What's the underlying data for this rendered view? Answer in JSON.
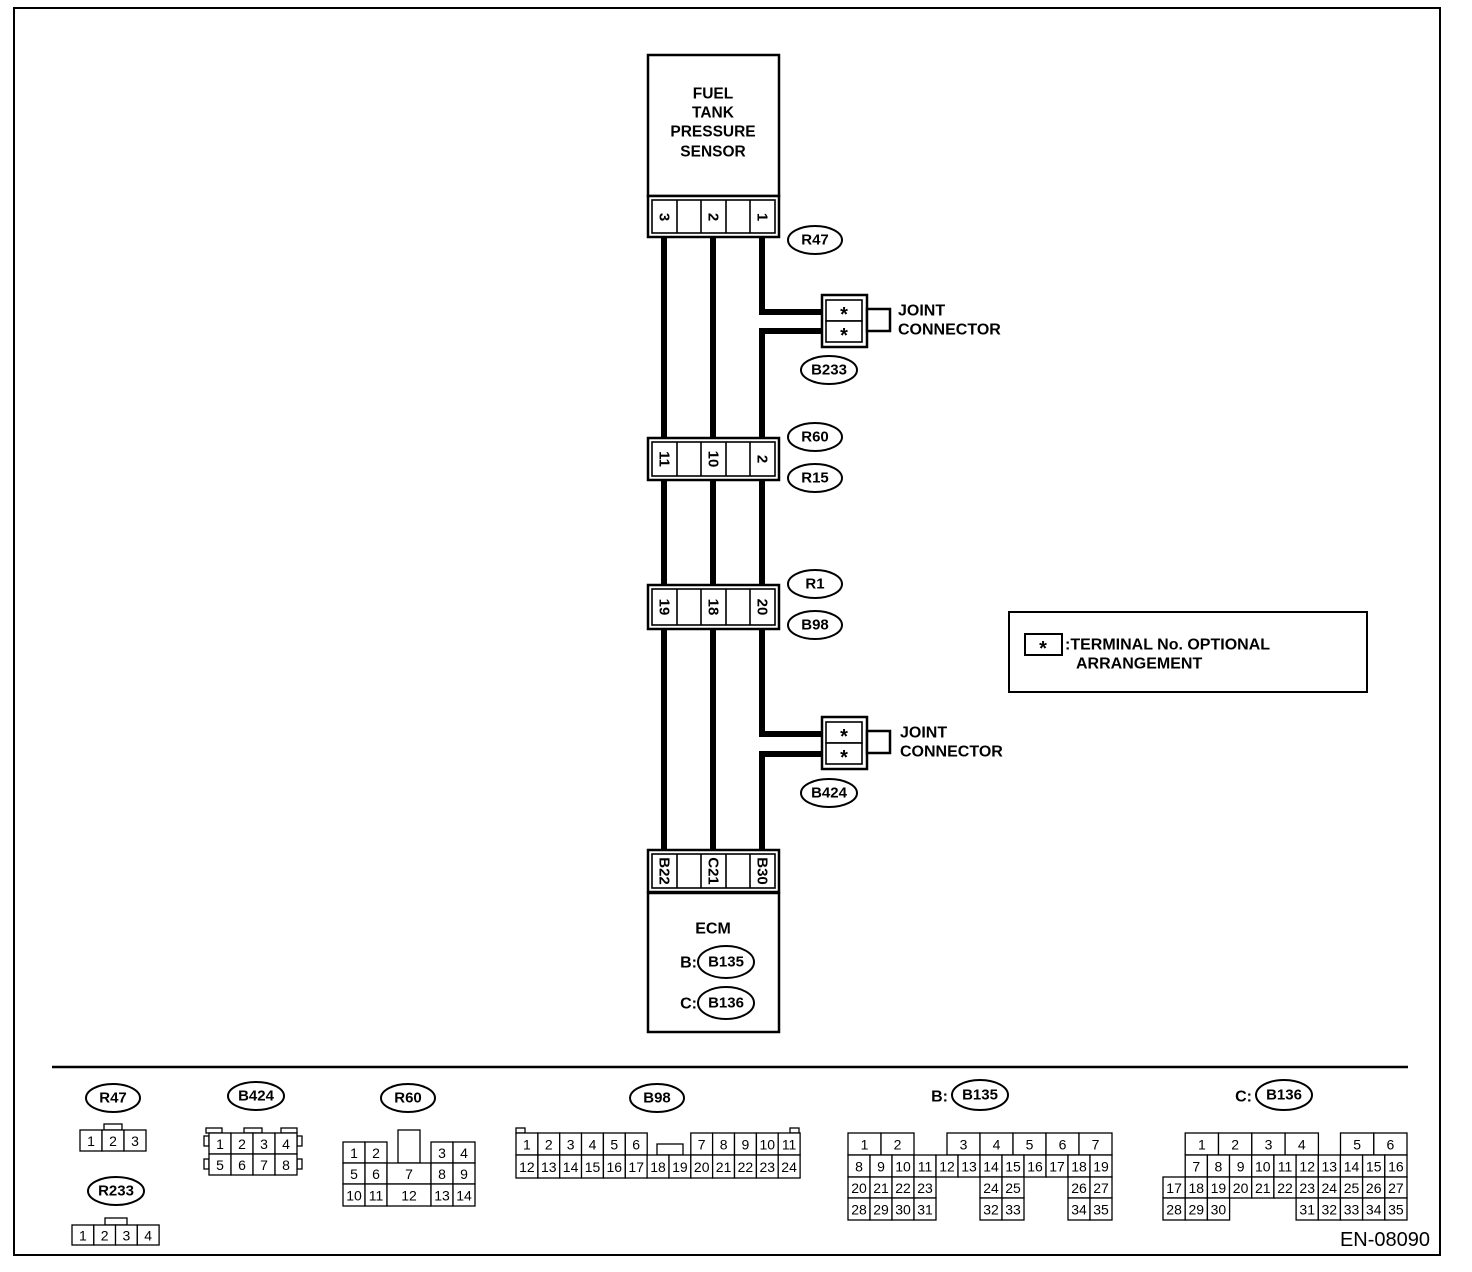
{
  "sensor": {
    "title_lines": [
      "FUEL",
      "TANK",
      "PRESSURE",
      "SENSOR"
    ],
    "connector_id": "R47",
    "terminals": [
      "3",
      "2",
      "1"
    ]
  },
  "joint_connector_top": {
    "label_lines": [
      "JOINT",
      "CONNECTOR"
    ],
    "connector_id": "B233",
    "terminals": [
      "*",
      "*"
    ]
  },
  "relay_connector_1": {
    "connector_ids": [
      "R60",
      "R15"
    ],
    "terminals": [
      "11",
      "10",
      "2"
    ]
  },
  "relay_connector_2": {
    "connector_ids": [
      "R1",
      "B98"
    ],
    "terminals": [
      "19",
      "18",
      "20"
    ]
  },
  "joint_connector_bottom": {
    "label_lines": [
      "JOINT",
      "CONNECTOR"
    ],
    "connector_id": "B424",
    "terminals": [
      "*",
      "*"
    ]
  },
  "ecm": {
    "title": "ECM",
    "terminals": [
      "B22",
      "C21",
      "B30"
    ],
    "connectors": [
      {
        "prefix": "B:",
        "id": "B135"
      },
      {
        "prefix": "C:",
        "id": "B136"
      }
    ]
  },
  "legend": {
    "symbol": "*",
    "lines": [
      ":TERMINAL No. OPTIONAL",
      "ARRANGEMENT"
    ]
  },
  "connector_views": {
    "r47": {
      "id": "R47",
      "rows": [
        [
          "1",
          "2",
          "3"
        ]
      ]
    },
    "r233": {
      "id": "R233",
      "rows": [
        [
          "1",
          "2",
          "3",
          "4"
        ]
      ]
    },
    "b424": {
      "id": "B424",
      "rows": [
        [
          "1",
          "2",
          "3",
          "4"
        ],
        [
          "5",
          "6",
          "7",
          "8"
        ]
      ]
    },
    "r60": {
      "id": "R60",
      "rows": [
        [
          "1",
          "2",
          "3",
          "4"
        ],
        [
          "5",
          "6",
          "7",
          "8",
          "9"
        ],
        [
          "10",
          "11",
          "12",
          "13",
          "14"
        ]
      ]
    },
    "b98": {
      "id": "B98",
      "rows": [
        [
          "1",
          "2",
          "3",
          "4",
          "5",
          "6",
          "7",
          "8",
          "9",
          "10",
          "11"
        ],
        [
          "12",
          "13",
          "14",
          "15",
          "16",
          "17",
          "18",
          "19",
          "20",
          "21",
          "22",
          "23",
          "24"
        ]
      ]
    },
    "b135": {
      "prefix": "B:",
      "id": "B135",
      "rows": [
        [
          "1",
          "2",
          "3",
          "4",
          "5",
          "6",
          "7"
        ],
        [
          "8",
          "9",
          "10",
          "11",
          "12",
          "13",
          "14",
          "15",
          "16",
          "17",
          "18",
          "19"
        ],
        [
          "20",
          "21",
          "22",
          "23",
          "24",
          "25",
          "26",
          "27"
        ],
        [
          "28",
          "29",
          "30",
          "31",
          "32",
          "33",
          "34",
          "35"
        ]
      ]
    },
    "b136": {
      "prefix": "C:",
      "id": "B136",
      "rows": [
        [
          "1",
          "2",
          "3",
          "4",
          "5",
          "6"
        ],
        [
          "7",
          "8",
          "9",
          "10",
          "11",
          "12",
          "13",
          "14",
          "15",
          "16"
        ],
        [
          "17",
          "18",
          "19",
          "20",
          "21",
          "22",
          "23",
          "24",
          "25",
          "26",
          "27"
        ],
        [
          "28",
          "29",
          "30",
          "31",
          "32",
          "33",
          "34",
          "35"
        ]
      ]
    }
  },
  "figure_code": "EN-08090"
}
